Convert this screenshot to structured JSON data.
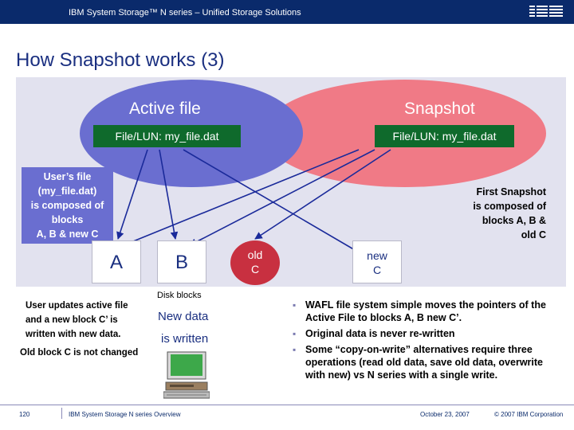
{
  "header": {
    "text": "IBM System Storage™ N series – Unified Storage Solutions",
    "logo": "IBM"
  },
  "title": "How Snapshot works (3)",
  "diagram": {
    "active_label": "Active file",
    "snapshot_label": "Snapshot",
    "active_file": "File/LUN: my_file.dat",
    "snapshot_file": "File/LUN: my_file.dat",
    "user_box": [
      "User’s file",
      "(my_file.dat)",
      "is composed of",
      "blocks",
      "A, B & new C"
    ],
    "first_snapshot": [
      "First Snapshot",
      "is composed of",
      "blocks A, B &",
      "old C"
    ],
    "blocks": {
      "a": "A",
      "b": "B",
      "old_c": [
        "old",
        "C"
      ],
      "new_c": [
        "new",
        "C"
      ]
    },
    "disk_blocks": "Disk blocks",
    "colors": {
      "active": "#6a6ed0",
      "snapshot": "#f07a86",
      "file_box": "#0f6a2c",
      "arrow": "#1a2a9a"
    }
  },
  "notes": {
    "updates": [
      "User updates active file",
      "and a new  block C’ is",
      "written with new data."
    ],
    "not_changed": "Old block C is not changed",
    "new_data": "New data",
    "is_written": "is written"
  },
  "bullets": [
    "WAFL file system simple moves the pointers of the Active File to blocks A, B new C’.",
    "Original data is never re-written",
    "Some “copy-on-write” alternatives require three operations (read old data, save old data, overwrite with new) vs N series with a single write."
  ],
  "footer": {
    "page": "120",
    "left": "IBM System Storage N series Overview",
    "date": "October 23, 2007",
    "copyright": "© 2007 IBM Corporation"
  }
}
